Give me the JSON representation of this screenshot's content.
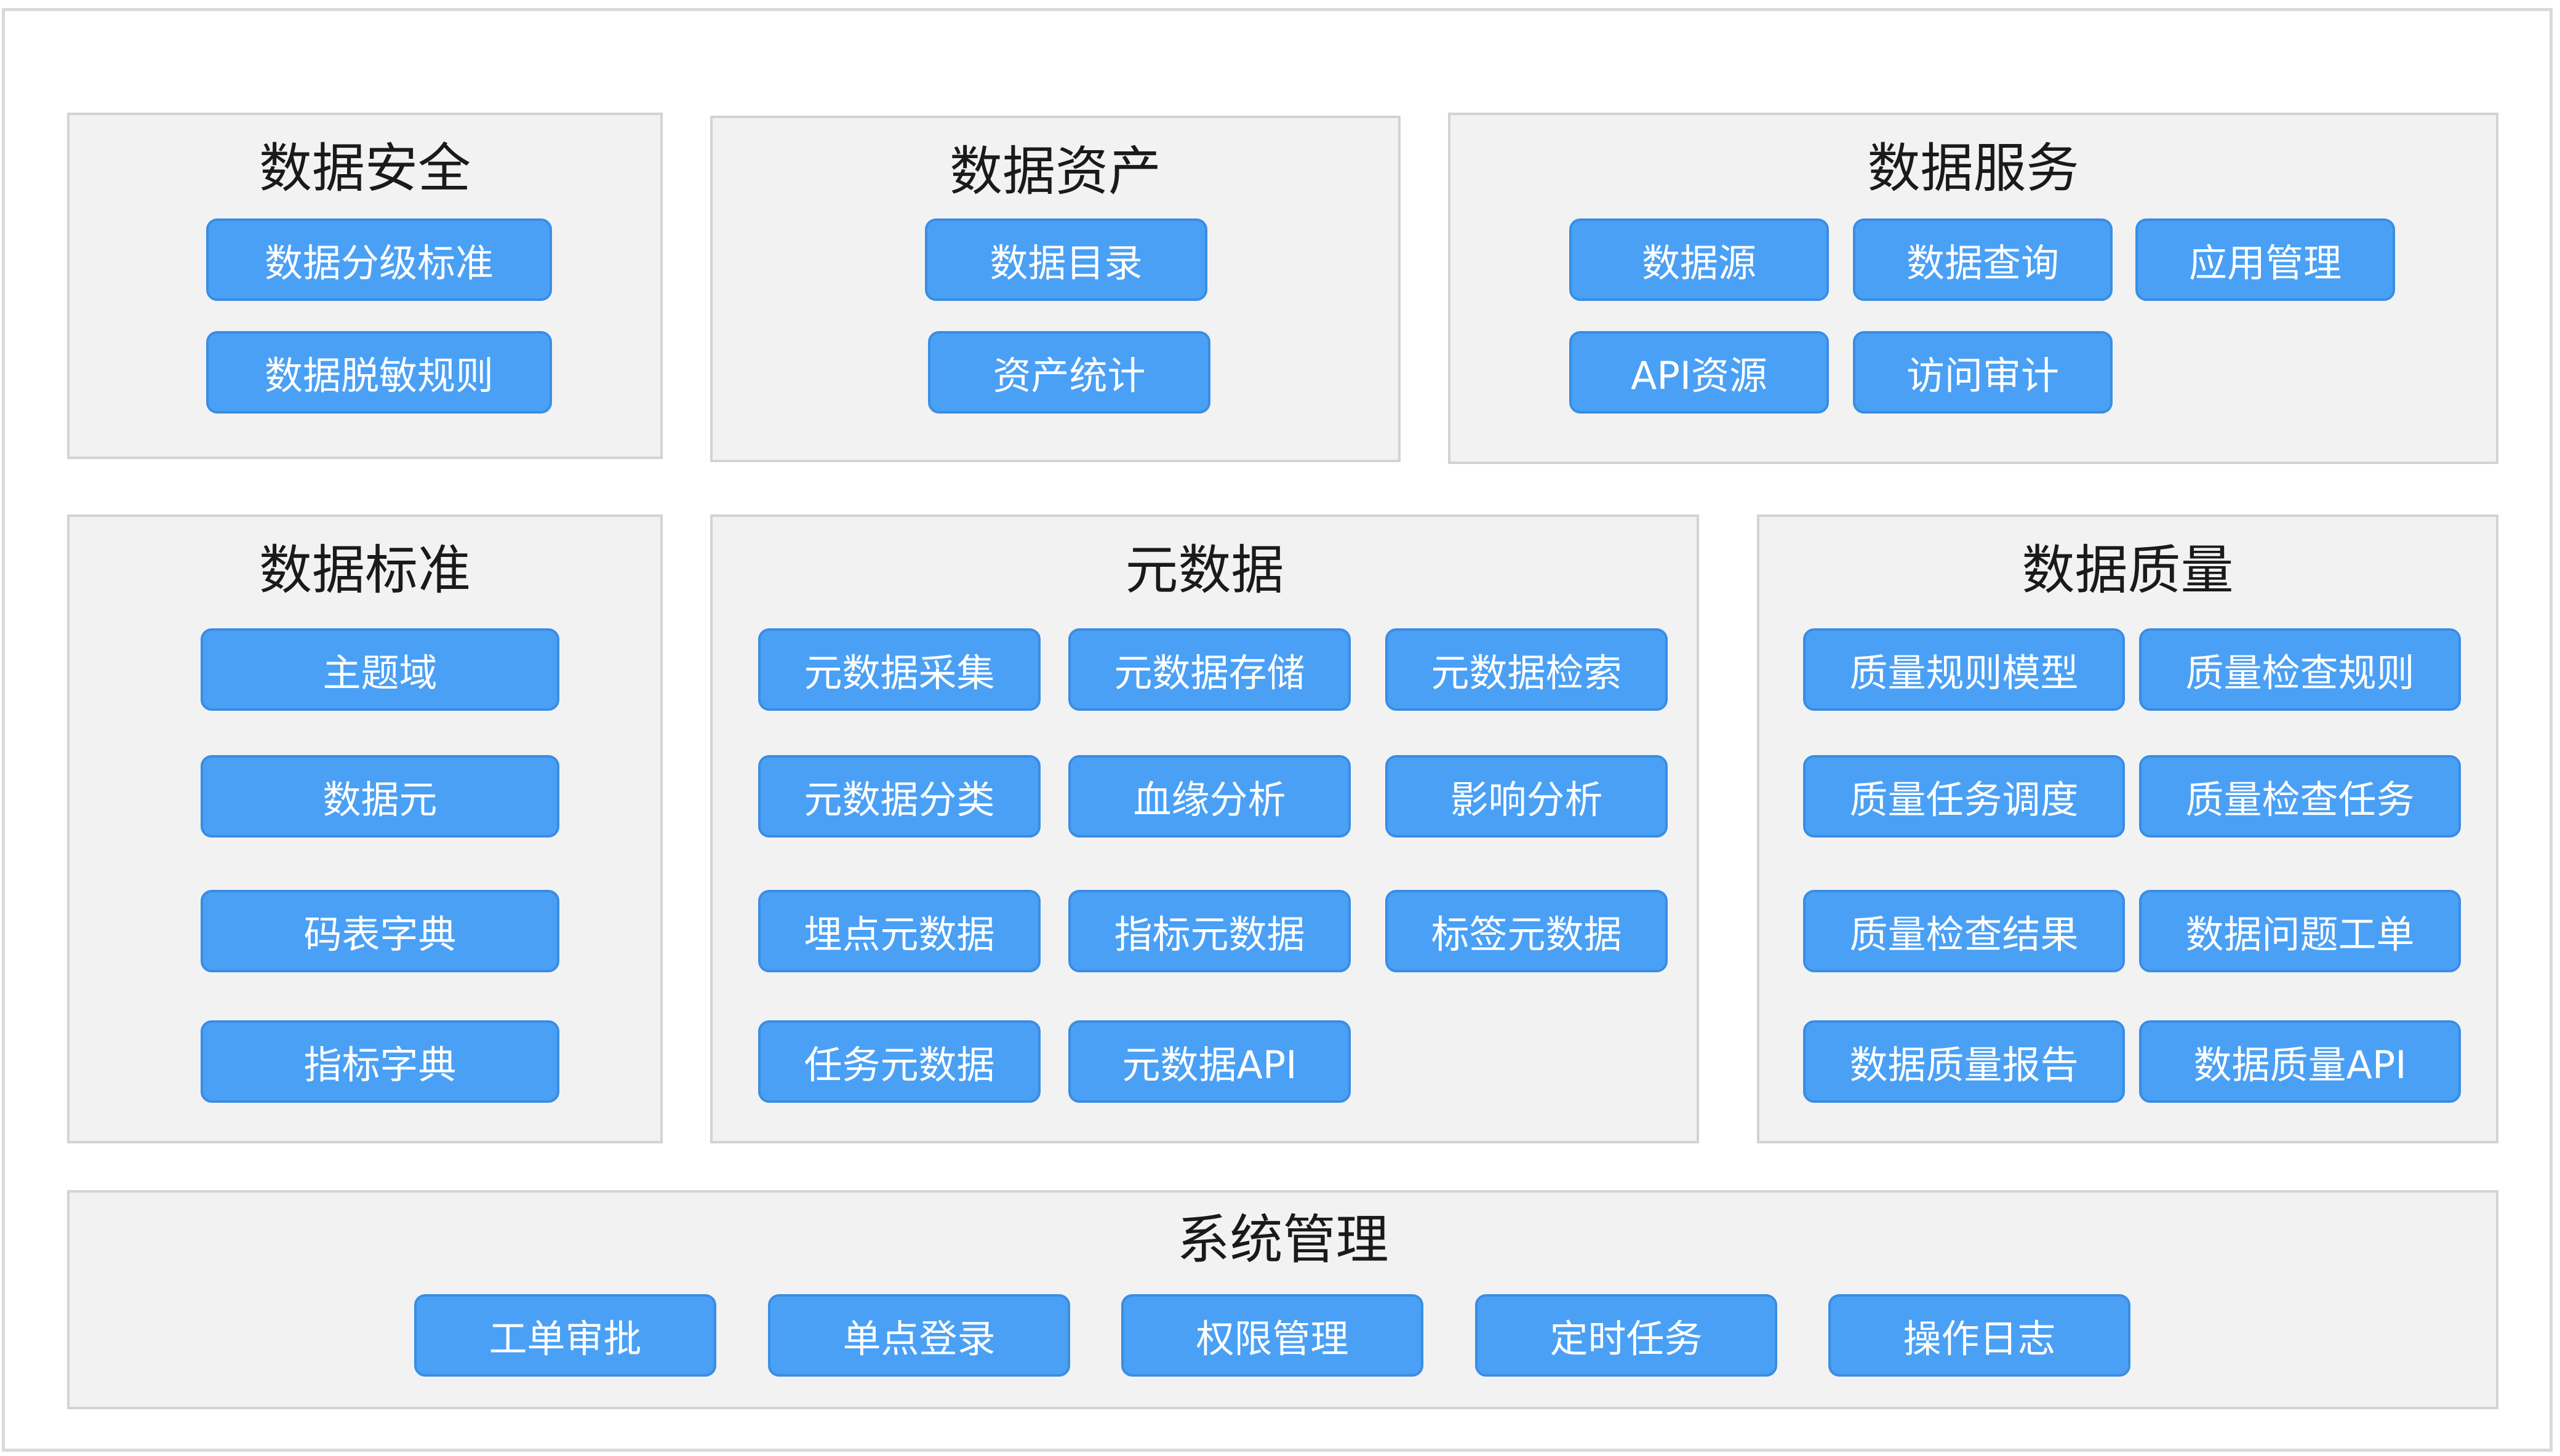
{
  "colors": {
    "panel_bg": "#f2f2f2",
    "panel_border": "#d3d3d3",
    "button_bg": "#4aa0f5",
    "button_text": "#ffffff"
  },
  "security": {
    "title": "数据安全",
    "items": [
      "数据分级标准",
      "数据脱敏规则"
    ]
  },
  "assets": {
    "title": "数据资产",
    "items": [
      "数据目录",
      "资产统计"
    ]
  },
  "services": {
    "title": "数据服务",
    "items": [
      "数据源",
      "数据查询",
      "应用管理",
      "API资源",
      "访问审计"
    ]
  },
  "standards": {
    "title": "数据标准",
    "items": [
      "主题域",
      "数据元",
      "码表字典",
      "指标字典"
    ]
  },
  "metadata": {
    "title": "元数据",
    "items": [
      "元数据采集",
      "元数据存储",
      "元数据检索",
      "元数据分类",
      "血缘分析",
      "影响分析",
      "埋点元数据",
      "指标元数据",
      "标签元数据",
      "任务元数据",
      "元数据API"
    ]
  },
  "quality": {
    "title": "数据质量",
    "items": [
      "质量规则模型",
      "质量检查规则",
      "质量任务调度",
      "质量检查任务",
      "质量检查结果",
      "数据问题工单",
      "数据质量报告",
      "数据质量API"
    ]
  },
  "system": {
    "title": "系统管理",
    "items": [
      "工单审批",
      "单点登录",
      "权限管理",
      "定时任务",
      "操作日志"
    ]
  }
}
